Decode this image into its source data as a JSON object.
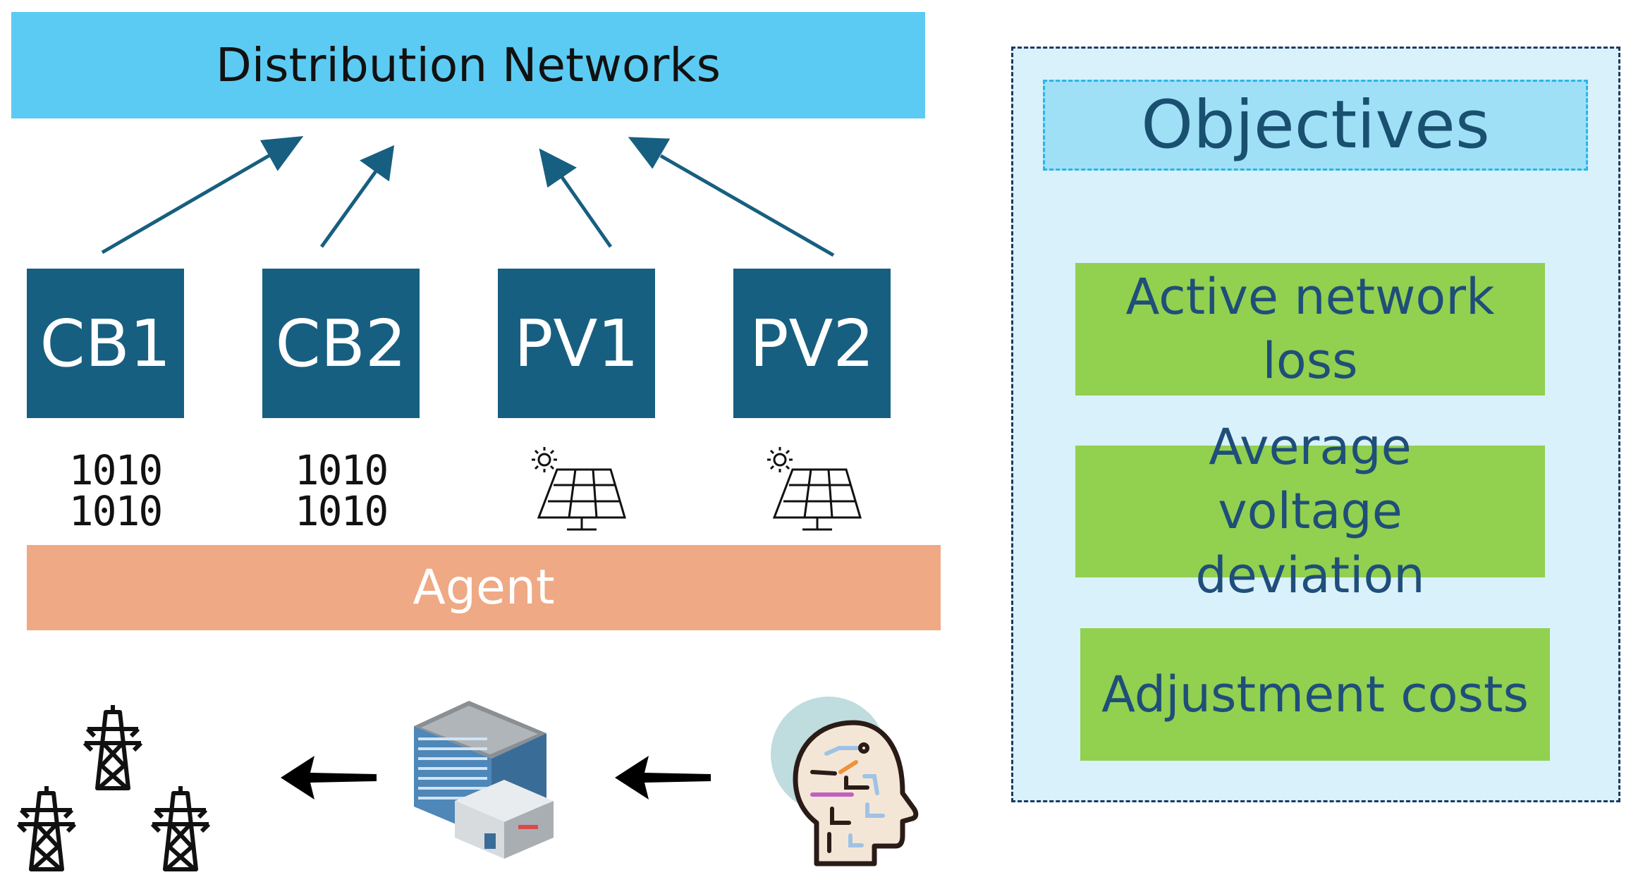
{
  "distribution": {
    "label": "Distribution Networks"
  },
  "devices": [
    {
      "label": "CB1",
      "icon": "binary-icon"
    },
    {
      "label": "CB2",
      "icon": "binary-icon"
    },
    {
      "label": "PV1",
      "icon": "solar-panel-icon"
    },
    {
      "label": "PV2",
      "icon": "solar-panel-icon"
    }
  ],
  "binary_text": {
    "line1": "1010",
    "line2": "1010"
  },
  "agent": {
    "label": "Agent"
  },
  "objectives": {
    "title": "Objectives",
    "items": [
      {
        "label": "Active network loss"
      },
      {
        "label": "Average voltage deviation"
      },
      {
        "label": "Adjustment costs"
      }
    ]
  },
  "bottom_icons": [
    "power-tower-icon",
    "building-icon",
    "ai-brain-icon"
  ],
  "colors": {
    "distribution": "#5ccbf3",
    "device": "#175f80",
    "agent": "#efa985",
    "objectives_panel": "#d9f1fb",
    "objectives_title": "#a0e0f7",
    "objective_item": "#92d050",
    "arrow": "#175f80"
  }
}
